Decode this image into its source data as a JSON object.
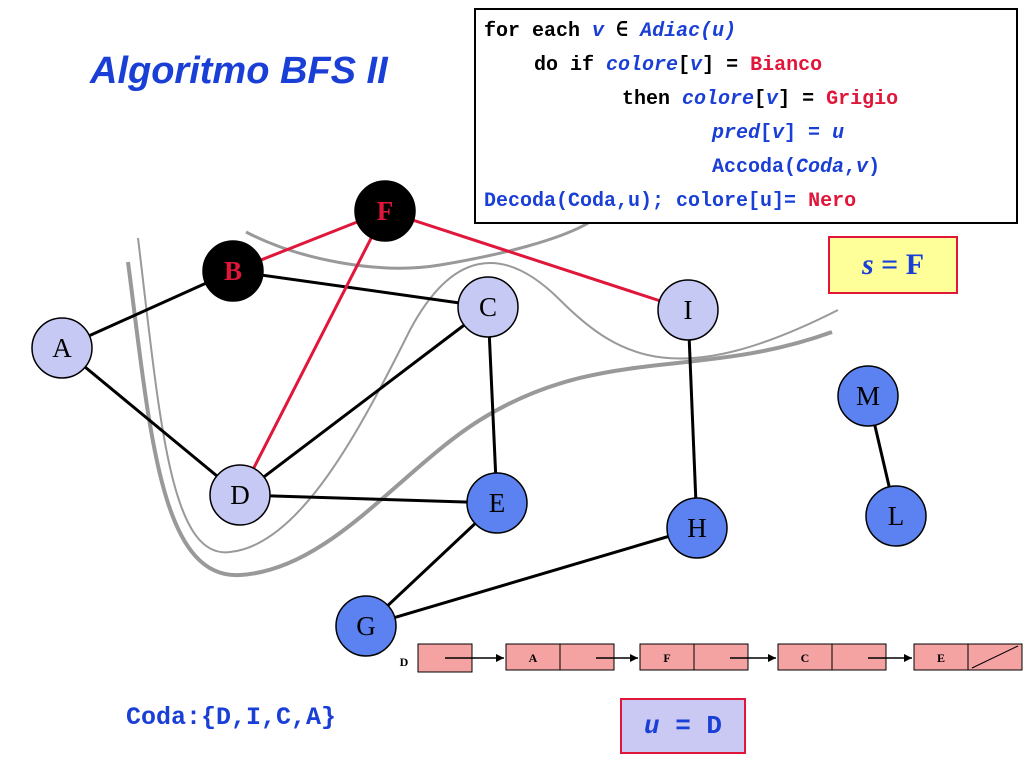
{
  "title": "Algoritmo BFS II",
  "code": {
    "line1": {
      "kw": "for each ",
      "v": "v",
      "sym": " ∈ ",
      "fn": "Adiac(u)"
    },
    "line2": {
      "kw": "do if ",
      "var": "colore",
      "rest1": "[",
      "v": "v",
      "rest2": "] = ",
      "val": "Bianco"
    },
    "line3": {
      "kw": "then ",
      "var": "colore",
      "rest1": "[",
      "v": "v",
      "rest2": "] = ",
      "val": "Grigio"
    },
    "line4": {
      "var": "pred",
      "rest1": "[",
      "v": "v",
      "rest2": "] = ",
      "u": "u"
    },
    "line5": {
      "fn": "Accoda(",
      "arg1": "Coda",
      "sep": ",",
      "v": "v",
      "close": ")"
    },
    "line6": {
      "text": "Decoda(Coda,u); colore[u]= ",
      "val": "Nero"
    }
  },
  "source": {
    "var": "s",
    "eq": " = ",
    "val": "F"
  },
  "current": {
    "var": "u",
    "eq": " = ",
    "val": "D"
  },
  "queue_text": "Coda:{D,I,C,A}",
  "list_head": "D",
  "adjacency_list": [
    "A",
    "F",
    "C",
    "E"
  ],
  "colors": {
    "white_node": "#c7c9f5",
    "gray_node": "#5b82f0",
    "black_node": "#000000",
    "tree_edge": "#e0163a",
    "edge": "#000000",
    "list_cell": "#f4a2a2",
    "accent_blue": "#1a3fd6",
    "accent_red": "#e0163a"
  },
  "nodes": [
    {
      "id": "A",
      "label": "A",
      "state": "white"
    },
    {
      "id": "B",
      "label": "B",
      "state": "black"
    },
    {
      "id": "F",
      "label": "F",
      "state": "black"
    },
    {
      "id": "C",
      "label": "C",
      "state": "white"
    },
    {
      "id": "I",
      "label": "I",
      "state": "white"
    },
    {
      "id": "D",
      "label": "D",
      "state": "white"
    },
    {
      "id": "E",
      "label": "E",
      "state": "gray"
    },
    {
      "id": "H",
      "label": "H",
      "state": "gray"
    },
    {
      "id": "G",
      "label": "G",
      "state": "gray"
    },
    {
      "id": "M",
      "label": "M",
      "state": "gray"
    },
    {
      "id": "L",
      "label": "L",
      "state": "gray"
    }
  ],
  "edges": [
    {
      "from": "A",
      "to": "B",
      "tree": false
    },
    {
      "from": "A",
      "to": "D",
      "tree": false
    },
    {
      "from": "B",
      "to": "F",
      "tree": true
    },
    {
      "from": "B",
      "to": "C",
      "tree": false
    },
    {
      "from": "F",
      "to": "I",
      "tree": true
    },
    {
      "from": "F",
      "to": "D",
      "tree": true
    },
    {
      "from": "C",
      "to": "D",
      "tree": false
    },
    {
      "from": "C",
      "to": "E",
      "tree": false
    },
    {
      "from": "D",
      "to": "E",
      "tree": false
    },
    {
      "from": "E",
      "to": "G",
      "tree": false
    },
    {
      "from": "G",
      "to": "H",
      "tree": false
    },
    {
      "from": "I",
      "to": "H",
      "tree": false
    },
    {
      "from": "M",
      "to": "L",
      "tree": false
    }
  ]
}
